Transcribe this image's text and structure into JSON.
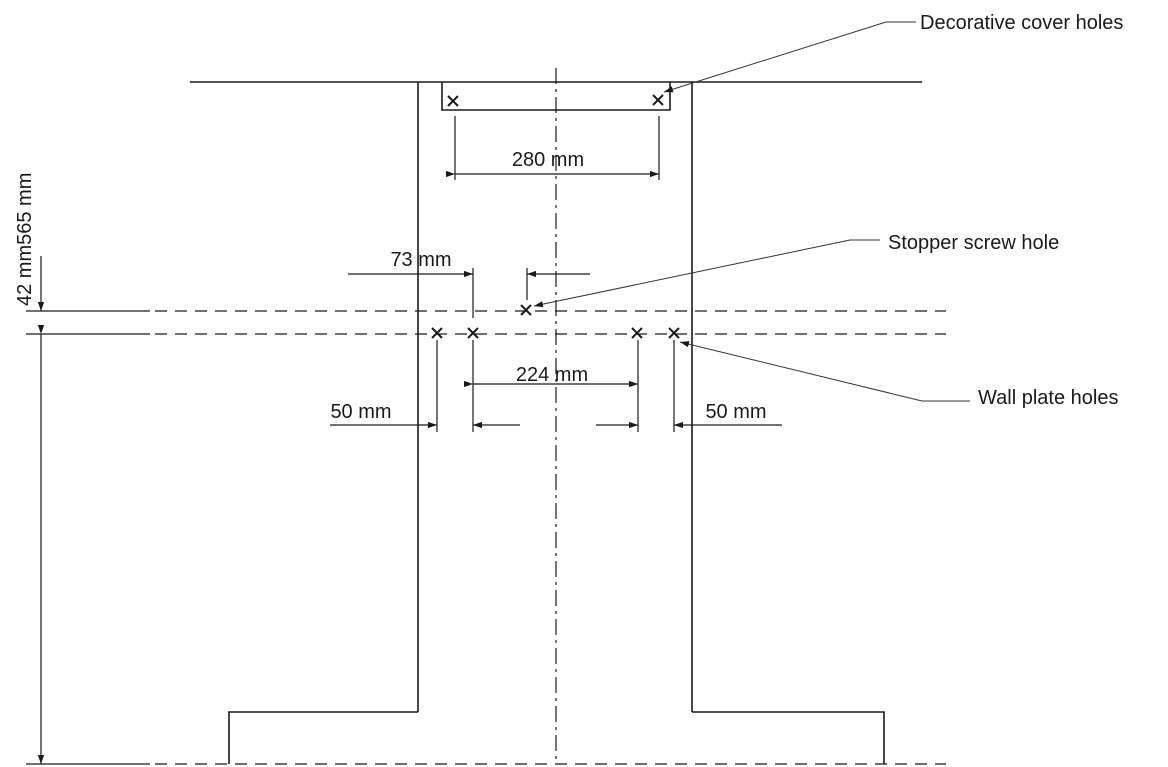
{
  "diagram": {
    "callouts": {
      "decorative_cover_holes": "Decorative cover holes",
      "stopper_screw_hole": "Stopper screw hole",
      "wall_plate_holes": "Wall plate holes"
    },
    "dimensions": {
      "cover_hole_spacing": "280 mm",
      "stopper_offset": "73 mm",
      "inner_plate_spacing": "224 mm",
      "left_plate_offset": "50 mm",
      "right_plate_offset": "50 mm",
      "vertical_stopper_gap": "42 mm",
      "vertical_height": "565 mm"
    },
    "hole_mark": "×"
  }
}
